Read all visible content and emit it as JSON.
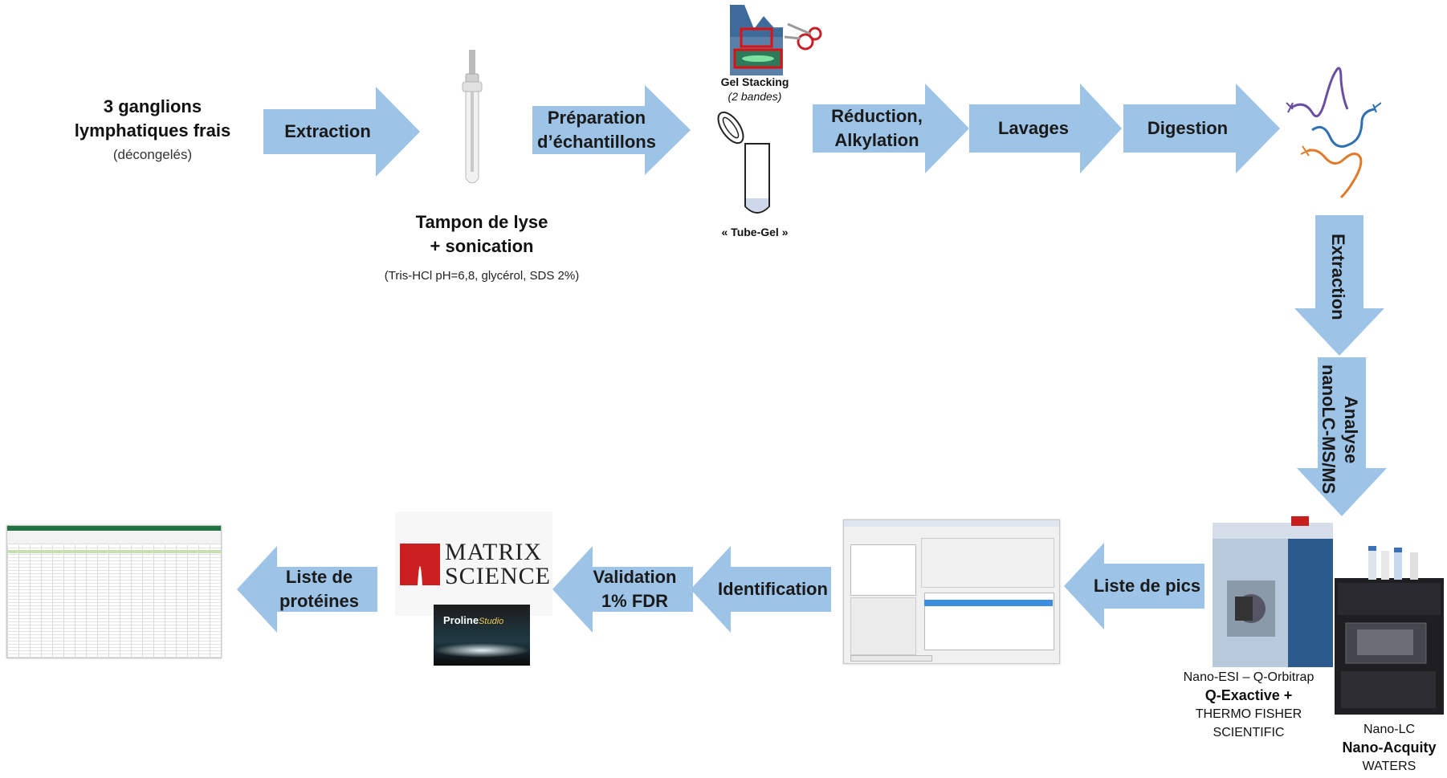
{
  "start": {
    "line1": "3 ganglions",
    "line2": "lymphatiques frais",
    "line3": "(décongelés)"
  },
  "arrows": {
    "extraction": "Extraction",
    "preparation_l1": "Préparation",
    "preparation_l2": "d’échantillons",
    "reduction_l1": "Réduction,",
    "reduction_l2": "Alkylation",
    "lavages": "Lavages",
    "digestion": "Digestion",
    "extraction_v": "Extraction",
    "analyse_l1": "Analyse",
    "analyse_l2": "nanoLC-MS/MS",
    "liste_pics": "Liste de pics",
    "identification": "Identification",
    "validation_l1": "Validation",
    "validation_l2": "1% FDR",
    "liste_prot_l1": "Liste de",
    "liste_prot_l2": "protéines"
  },
  "lysis": {
    "line1": "Tampon  de lyse",
    "line2": "+ sonication",
    "detail": "(Tris-HCl pH=6,8, glycérol, SDS 2%)"
  },
  "gel": {
    "title": "Gel Stacking",
    "subtitle": "(2 bandes)",
    "tube_label": "« Tube-Gel »"
  },
  "instruments": {
    "ms_line1": "Nano-ESI – Q-Orbitrap",
    "ms_line2": "Q-Exactive +",
    "ms_line3": "THERMO FISHER",
    "ms_line4": "SCIENTIFIC",
    "lc_line1": "Nano-LC",
    "lc_line2": "Nano-Acquity",
    "lc_line3": "WATERS"
  },
  "software": {
    "matrix_l1": "MATRIX",
    "matrix_l2": "SCIENCE",
    "proline_a": "Proline",
    "proline_b": "Studio"
  },
  "colors": {
    "arrow_fill": "#9dc3e6",
    "matrix_red": "#cc1f1f",
    "ms_blue": "#2b5a8c"
  }
}
